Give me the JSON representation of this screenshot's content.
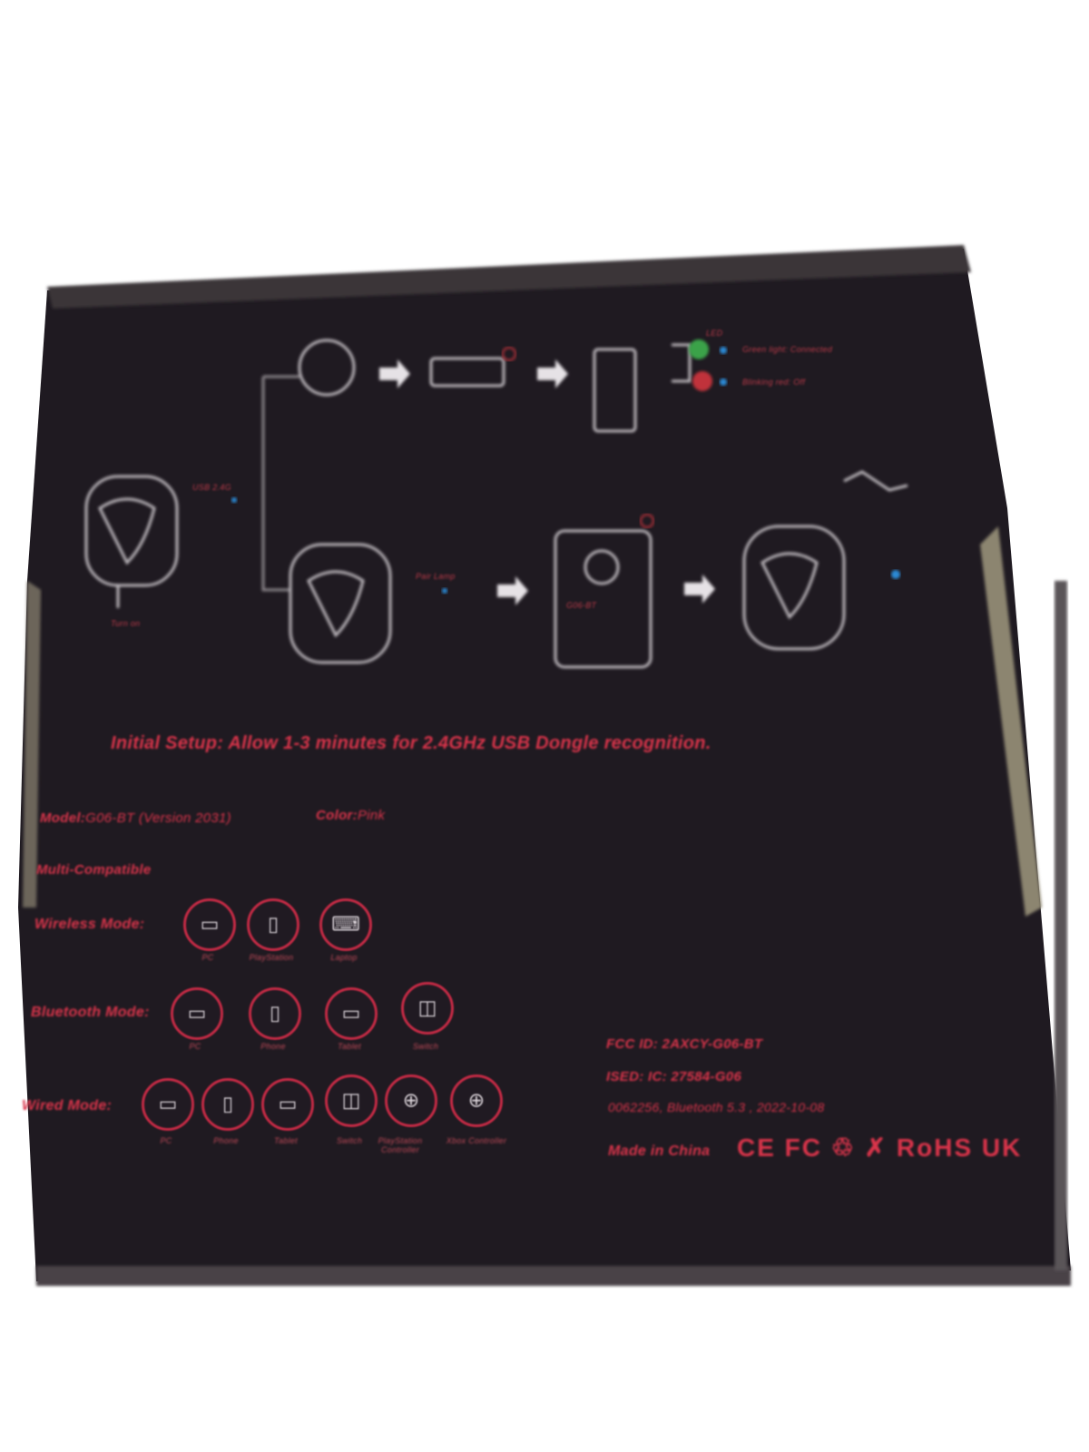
{
  "instructions": {
    "initial_setup_label": "Initial Setup:",
    "initial_setup_text": "Allow 1-3 minutes for 2.4GHz USB Dongle recognition."
  },
  "product": {
    "model_label": "Model:",
    "model_value": "G06-BT (Version 2031)",
    "color_label": "Color:",
    "color_value": "Pink",
    "multi_compatible": "Multi-Compatible"
  },
  "diagram": {
    "left_caption": "Turn on",
    "dongle_caption": "USB 2.4G",
    "pair_caption": "Pair Lamp",
    "led_label": "LED",
    "led_green_text": "Green light: Connected",
    "led_red_text": "Blinking red: Off",
    "phone_label": "G06-BT"
  },
  "modes": [
    {
      "label": "Wireless Mode:",
      "devices": [
        {
          "icon": "monitor-icon",
          "glyph": "▭",
          "caption": "PC"
        },
        {
          "icon": "console-icon",
          "glyph": "▯",
          "caption": "PlayStation"
        },
        {
          "icon": "laptop-icon",
          "glyph": "⌨",
          "caption": "Laptop"
        }
      ]
    },
    {
      "label": "Bluetooth Mode:",
      "devices": [
        {
          "icon": "monitor-icon",
          "glyph": "▭",
          "caption": "PC"
        },
        {
          "icon": "phone-icon",
          "glyph": "▯",
          "caption": "Phone"
        },
        {
          "icon": "tablet-icon",
          "glyph": "▭",
          "caption": "Tablet"
        },
        {
          "icon": "switch-icon",
          "glyph": "◫",
          "caption": "Switch"
        }
      ]
    },
    {
      "label": "Wired Mode:",
      "devices": [
        {
          "icon": "monitor-icon",
          "glyph": "▭",
          "caption": "PC"
        },
        {
          "icon": "phone-icon",
          "glyph": "▯",
          "caption": "Phone"
        },
        {
          "icon": "tablet-icon",
          "glyph": "▭",
          "caption": "Tablet"
        },
        {
          "icon": "switch-icon",
          "glyph": "◫",
          "caption": "Switch"
        },
        {
          "icon": "gamepad-icon",
          "glyph": "⊕",
          "caption": "PlayStation Controller"
        },
        {
          "icon": "gamepad-icon",
          "glyph": "⊕",
          "caption": "Xbox Controller"
        }
      ]
    }
  ],
  "regulatory": {
    "fcc_id": "FCC ID: 2AXCY-G06-BT",
    "ised": "ISED: IC: 27584-G06",
    "line3": "0062256, Bluetooth 5.3 , 2022-10-08",
    "made_in": "Made in China",
    "marks": "CE FC ♲ ✗ RoHS UK"
  },
  "colors": {
    "panel": "#1f1a21",
    "text_red": "#d8344a",
    "led_green": "#3aa24a",
    "led_red": "#c0323a",
    "led_blue": "#2a8ad6",
    "tape": "#8c8570"
  }
}
